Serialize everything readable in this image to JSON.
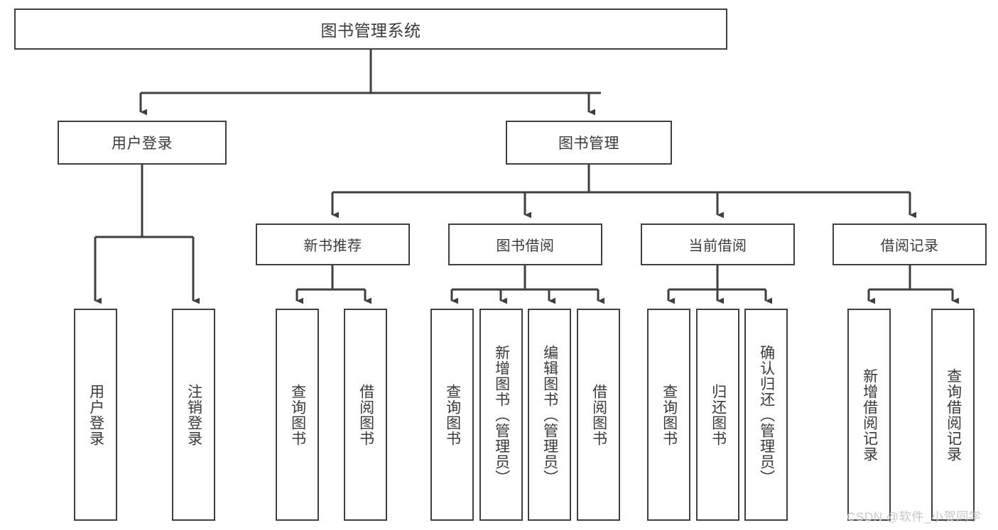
{
  "diagram": {
    "title": "图书管理系统",
    "type": "功能结构图",
    "style": {
      "box_border_color": "#3f3f3f",
      "box_fill_color": "#ffffff",
      "text_color": "#3a3a3a",
      "edge_color": "#3f3f3f",
      "background": "#ffffff",
      "watermark_color": "#c7c7c7"
    }
  },
  "watermark": {
    "text": "CSDN @软件_小贺同学"
  },
  "nodes": {
    "root": {
      "label": "图书管理系统",
      "level": 1
    },
    "user_login": {
      "label": "用户登录",
      "level": 2
    },
    "book_manage": {
      "label": "图书管理",
      "level": 2
    },
    "new_book_rec": {
      "label": "新书推荐",
      "level": 3
    },
    "book_borrow": {
      "label": "图书借阅",
      "level": 3
    },
    "current_borrow": {
      "label": "当前借阅",
      "level": 3
    },
    "borrow_record": {
      "label": "借阅记录",
      "level": 3
    },
    "leaf_user_login": {
      "label": "用户登录",
      "level": 4
    },
    "leaf_logout": {
      "label": "注销登录",
      "level": 4
    },
    "leaf_query_book_rec": {
      "label": "查询图书",
      "level": 4
    },
    "leaf_borrow_book_rec": {
      "label": "借阅图书",
      "level": 4
    },
    "leaf_query_book_bb": {
      "label": "查询图书",
      "level": 4
    },
    "leaf_add_book": {
      "label": "新增图书（管理员）",
      "level": 4
    },
    "leaf_edit_book": {
      "label": "编辑图书（管理员）",
      "level": 4
    },
    "leaf_borrow_book_bb": {
      "label": "借阅图书",
      "level": 4
    },
    "leaf_query_book_cb": {
      "label": "查询图书",
      "level": 4
    },
    "leaf_return_book": {
      "label": "归还图书",
      "level": 4
    },
    "leaf_confirm_return": {
      "label": "确认归还（管理员）",
      "level": 4
    },
    "leaf_add_record": {
      "label": "新增借阅记录",
      "level": 4
    },
    "leaf_query_record": {
      "label": "查询借阅记录",
      "level": 4
    }
  },
  "tree": [
    {
      "label": "图书管理系统",
      "children": [
        {
          "label": "用户登录",
          "children": [
            {
              "label": "用户登录"
            },
            {
              "label": "注销登录"
            }
          ]
        },
        {
          "label": "图书管理",
          "children": [
            {
              "label": "新书推荐",
              "children": [
                {
                  "label": "查询图书"
                },
                {
                  "label": "借阅图书"
                }
              ]
            },
            {
              "label": "图书借阅",
              "children": [
                {
                  "label": "查询图书"
                },
                {
                  "label": "新增图书（管理员）"
                },
                {
                  "label": "编辑图书（管理员）"
                },
                {
                  "label": "借阅图书"
                }
              ]
            },
            {
              "label": "当前借阅",
              "children": [
                {
                  "label": "查询图书"
                },
                {
                  "label": "归还图书"
                },
                {
                  "label": "确认归还（管理员）"
                }
              ]
            },
            {
              "label": "借阅记录",
              "children": [
                {
                  "label": "新增借阅记录"
                },
                {
                  "label": "查询借阅记录"
                }
              ]
            }
          ]
        }
      ]
    }
  ]
}
